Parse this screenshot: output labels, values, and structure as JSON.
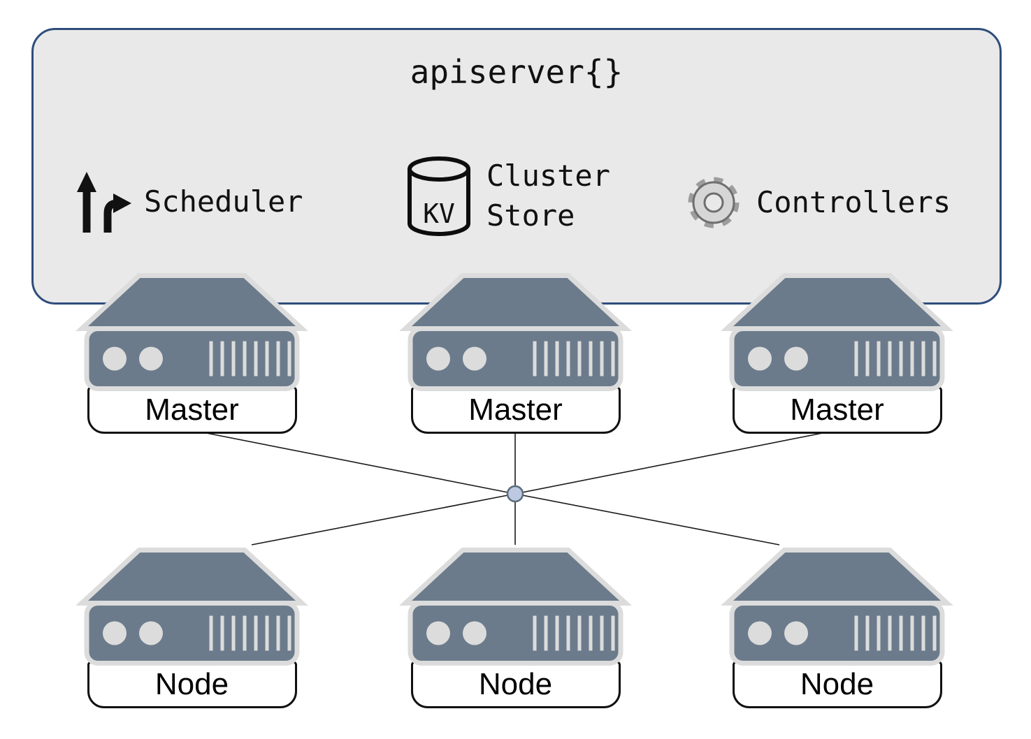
{
  "diagram": {
    "title": "apiserver{}",
    "components": {
      "scheduler": {
        "icon": "branch-arrow-icon",
        "label": "Scheduler"
      },
      "cluster_store": {
        "icon": "database-cylinder-icon",
        "badge": "KV",
        "label": "Cluster Store"
      },
      "controllers": {
        "icon": "gear-icon",
        "label": "Controllers"
      }
    },
    "masters": [
      {
        "label": "Master"
      },
      {
        "label": "Master"
      },
      {
        "label": "Master"
      }
    ],
    "nodes": [
      {
        "label": "Node"
      },
      {
        "label": "Node"
      },
      {
        "label": "Node"
      }
    ],
    "colors": {
      "panel_fill": "#e9e9e9",
      "panel_border": "#2f4d7c",
      "server_body": "#6b7b8b",
      "server_detail": "#dcdcdc",
      "hub_fill": "#bcc9e0",
      "hub_stroke": "#5a6b7d",
      "connector": "#1a1a1a"
    }
  }
}
